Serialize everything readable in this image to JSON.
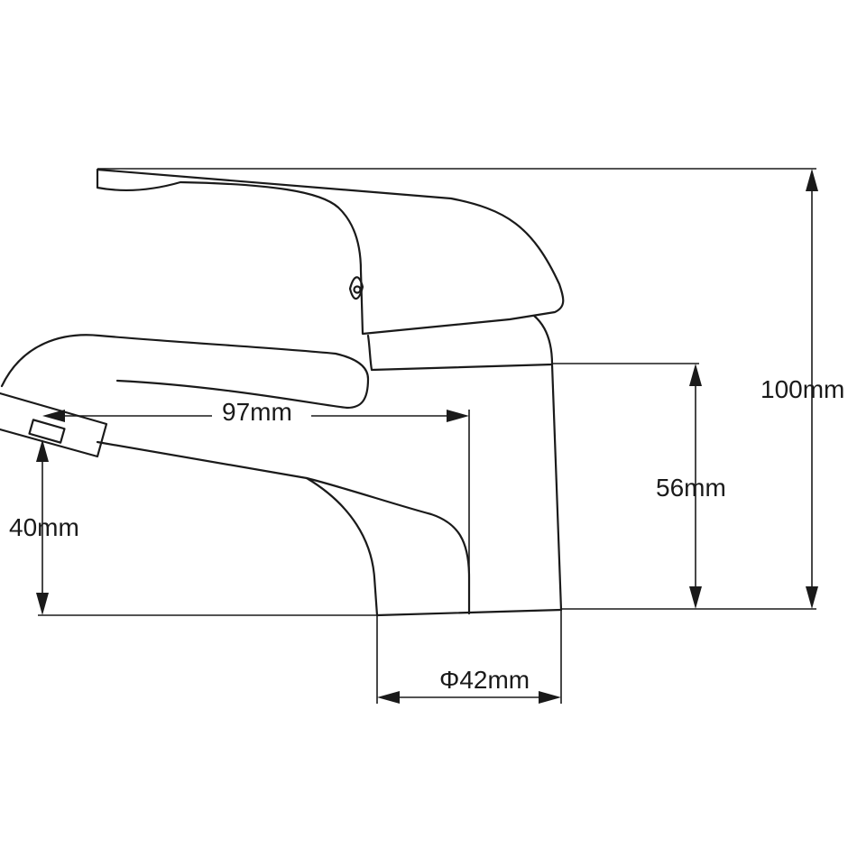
{
  "diagram": {
    "colors": {
      "line": "#1a1a1a",
      "background": "#ffffff"
    },
    "dimensions": {
      "total_height": "100mm",
      "body_height": "56mm",
      "spout_reach": "97mm",
      "spout_height": "40mm",
      "base_diameter": "Φ42mm"
    }
  }
}
